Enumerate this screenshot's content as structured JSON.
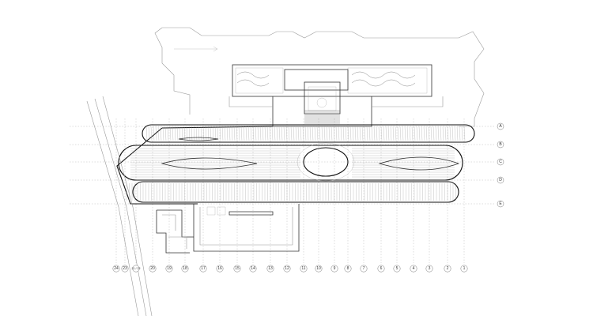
{
  "drawing": {
    "row_axes": [
      "A",
      "B",
      "C",
      "D",
      "E"
    ],
    "column_axes": [
      "24",
      "23",
      "21 / 22",
      "20",
      "19",
      "18",
      "17",
      "16",
      "15",
      "14",
      "13",
      "12",
      "11",
      "10",
      "9",
      "8",
      "7",
      "6",
      "5",
      "4",
      "3",
      "2",
      "1"
    ]
  },
  "colors": {
    "line": "#333333",
    "light_line": "#9a9a9a",
    "grid": "#b9b9b9",
    "background": "#ffffff"
  }
}
